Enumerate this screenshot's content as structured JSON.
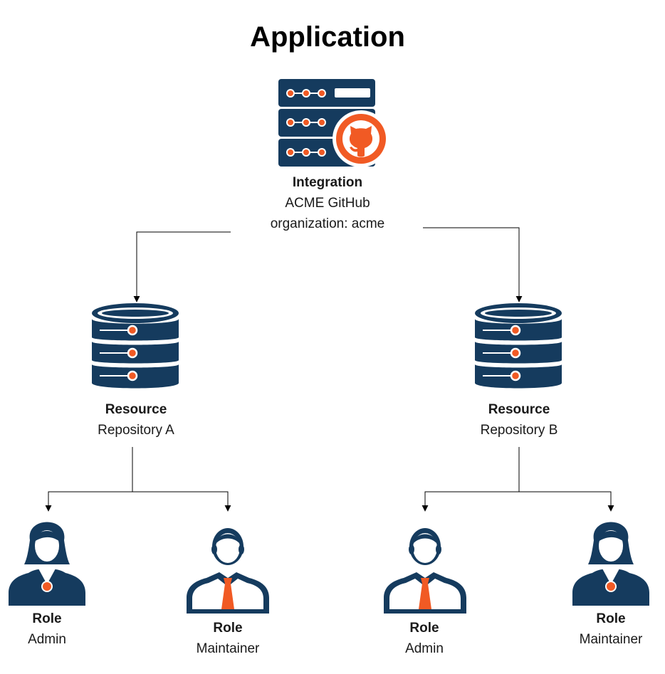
{
  "title": "Application",
  "integration": {
    "heading": "Integration",
    "name": "ACME GitHub",
    "detail": "organization: acme",
    "icon": "github-server-icon"
  },
  "resources": [
    {
      "heading": "Resource",
      "name": "Repository A",
      "icon": "database-icon"
    },
    {
      "heading": "Resource",
      "name": "Repository B",
      "icon": "database-icon"
    }
  ],
  "roles": [
    {
      "heading": "Role",
      "name": "Admin",
      "icon": "female-user-icon"
    },
    {
      "heading": "Role",
      "name": "Maintainer",
      "icon": "male-user-icon"
    },
    {
      "heading": "Role",
      "name": "Admin",
      "icon": "male-user-icon"
    },
    {
      "heading": "Role",
      "name": "Maintainer",
      "icon": "female-user-icon"
    }
  ],
  "colors": {
    "navy": "#153b5e",
    "accent": "#f15a24",
    "line": "#000000"
  }
}
